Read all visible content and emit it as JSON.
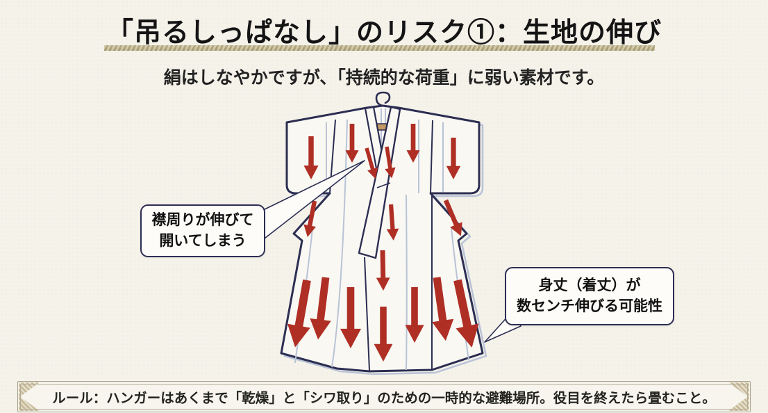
{
  "header": {
    "title": "「吊るしっぱなし」のリスク①：生地の伸び",
    "subtitle": "絹はしなやかですが、「持続的な荷重」に弱い素材です。"
  },
  "callouts": {
    "collar": {
      "line1": "襟周りが伸びて",
      "line2": "開いてしまう"
    },
    "hem": {
      "line1": "身丈（着丈）が",
      "line2": "数センチ伸びる可能性"
    }
  },
  "rule_bar": {
    "text": "ルール：ハンガーはあくまで「乾燥」と「シワ取り」のための一時的な避難場所。役目を終えたら畳むこと。"
  },
  "illustration": {
    "subject": "kimono hanging on wooden hanger",
    "icons": [
      "hanger-icon",
      "kimono-illustration",
      "stretch-arrow"
    ],
    "stretch_arrow_count": 17
  },
  "colors": {
    "background": "#f5f2ea",
    "title_text": "#141414",
    "title_underline": "#b1a478",
    "kimono_outline": "#2c2e52",
    "kimono_fill": "#f9f8f3",
    "fold_line": "#b9c3d6",
    "arrow_red": "#af2f25",
    "hanger_wood": "#c49a62",
    "callout_border": "#2c2e52",
    "rule_bar_border": "#a89f8c"
  }
}
